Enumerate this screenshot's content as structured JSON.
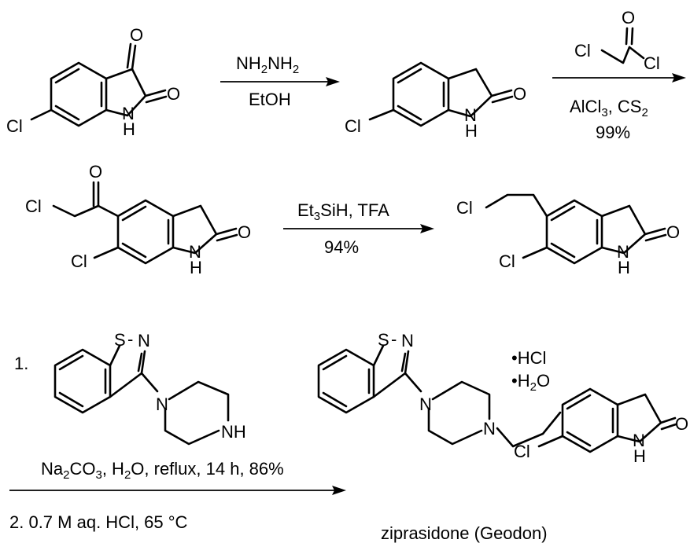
{
  "scheme": {
    "step1": {
      "reagent": [
        "NH",
        "2",
        "NH",
        "2"
      ],
      "solvent": "EtOH"
    },
    "step2": {
      "reagent_atoms": {
        "cl_left": "Cl",
        "o": "O",
        "cl_right": "Cl"
      },
      "conditions": [
        "AlCl",
        "3",
        ", CS",
        "2"
      ],
      "yield": "99%"
    },
    "step3": {
      "conditions": [
        "Et",
        "3",
        "SiH, TFA"
      ],
      "yield": "94%"
    },
    "step4": {
      "number_1": "1.",
      "conditions_1": [
        "Na",
        "2",
        "CO",
        "3",
        ", H",
        "2",
        "O, reflux, 14 h, 86%"
      ],
      "conditions_2": "2. 0.7 M aq. HCl, 65 °C"
    },
    "atoms": {
      "o": "O",
      "cl": "Cl",
      "n": "N",
      "h": "H",
      "nh": "NH",
      "s": "S",
      "dash": "-"
    },
    "salt": {
      "hcl": "•HCl",
      "water": [
        "•H",
        "2",
        "O"
      ]
    },
    "product_name": "ziprasidone (Geodon)"
  }
}
